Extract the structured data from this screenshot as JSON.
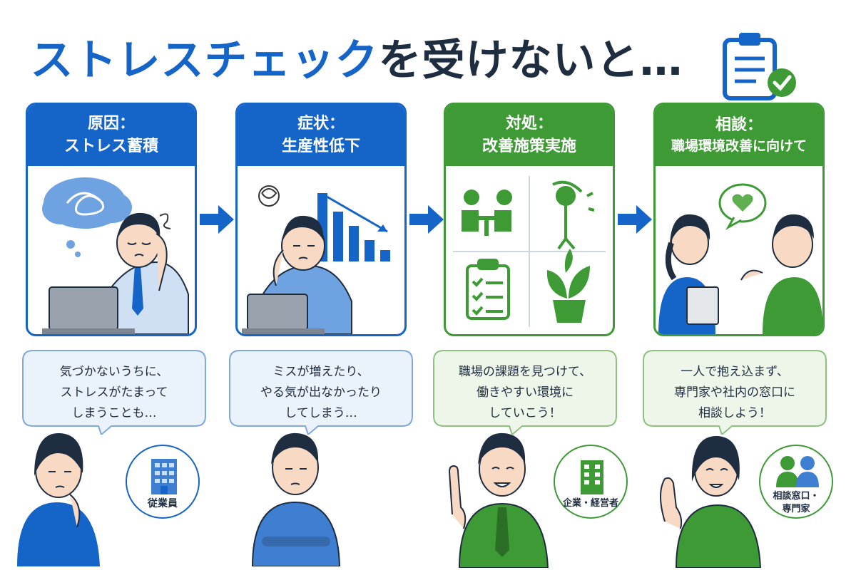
{
  "title": {
    "part1": "ストレスチェック",
    "part2": "を受けないと…"
  },
  "colors": {
    "blue": "#1565c8",
    "green": "#3e9a35",
    "dark": "#1f2d40"
  },
  "steps": [
    {
      "label_line1": "原因：",
      "label_line2": "ストレス蓄積",
      "bubble_lines": [
        "気づかないうちに、",
        "ストレスがたまって",
        "しまうことも…"
      ],
      "role": "従業員",
      "role_icon": "building-icon"
    },
    {
      "label_line1": "症状：",
      "label_line2": "生産性低下",
      "bubble_lines": [
        "ミスが増えたり、",
        "やる気が出なかったり",
        "してしまう…"
      ]
    },
    {
      "label_line1": "対処：",
      "label_line2": "改善施策実施",
      "bubble_lines": [
        "職場の課題を見つけて、",
        "働きやすい環境に",
        "していこう！"
      ],
      "role": "企業・経営者",
      "role_icon": "office-building-icon"
    },
    {
      "label_line1": "相談：",
      "label_line2": "職場環境改善に向けて",
      "bubble_lines": [
        "一人で抱え込まず、",
        "専門家や社内の窓口に",
        "相談しよう！"
      ],
      "role_line1": "相談窓口・",
      "role_line2": "専門家",
      "role_icon": "two-people-icon"
    }
  ]
}
